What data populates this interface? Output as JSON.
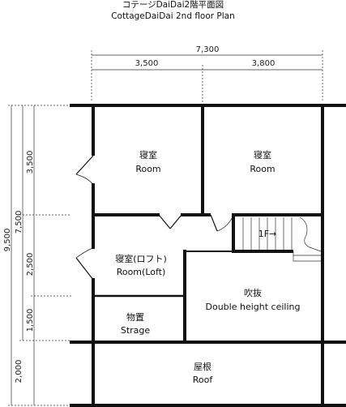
{
  "title": {
    "line1": "コテージDaiDai2階平面図",
    "line2": "CottageDaiDai 2nd floor Plan"
  },
  "dimensions": {
    "top_total": "7,300",
    "top_left": "3,500",
    "top_right": "3,800",
    "side_total": "9,500",
    "side_mid": "7,500",
    "side_3500": "3,500",
    "side_2500": "2,500",
    "side_1500": "1,500",
    "side_2000": "2,000"
  },
  "rooms": {
    "bedroom_left": {
      "jp": "寝室",
      "en": "Room"
    },
    "bedroom_right": {
      "jp": "寝室",
      "en": "Room"
    },
    "loft": {
      "jp": "寝室(ロフト)",
      "en": "Room(Loft)"
    },
    "storage": {
      "jp": "物置",
      "en": "Strage"
    },
    "double_height": {
      "jp": "吹抜",
      "en": "Double height ceiling"
    },
    "roof": {
      "jp": "屋根",
      "en": "Roof"
    }
  },
  "stairs": {
    "label": "1F→"
  }
}
